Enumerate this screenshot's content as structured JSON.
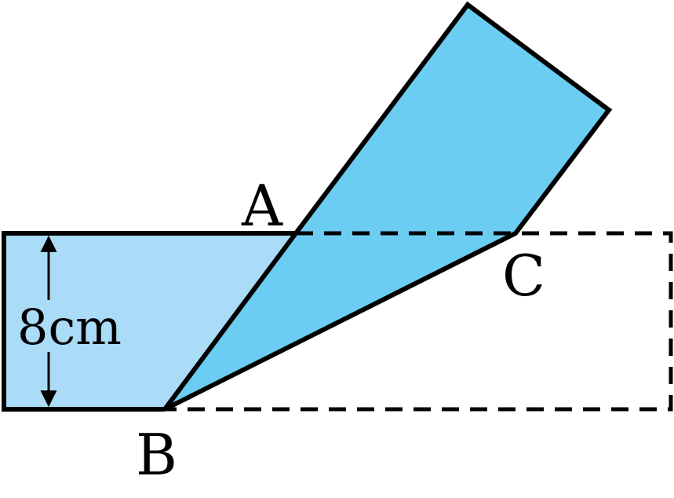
{
  "diagram": {
    "labels": {
      "point_a": "A",
      "point_b": "B",
      "point_c": "C",
      "height": "8cm"
    },
    "colors": {
      "light_region": "#aadcf7",
      "folded_strip": "#6ccdf3",
      "stroke": "#000000",
      "background": "#ffffff"
    }
  }
}
